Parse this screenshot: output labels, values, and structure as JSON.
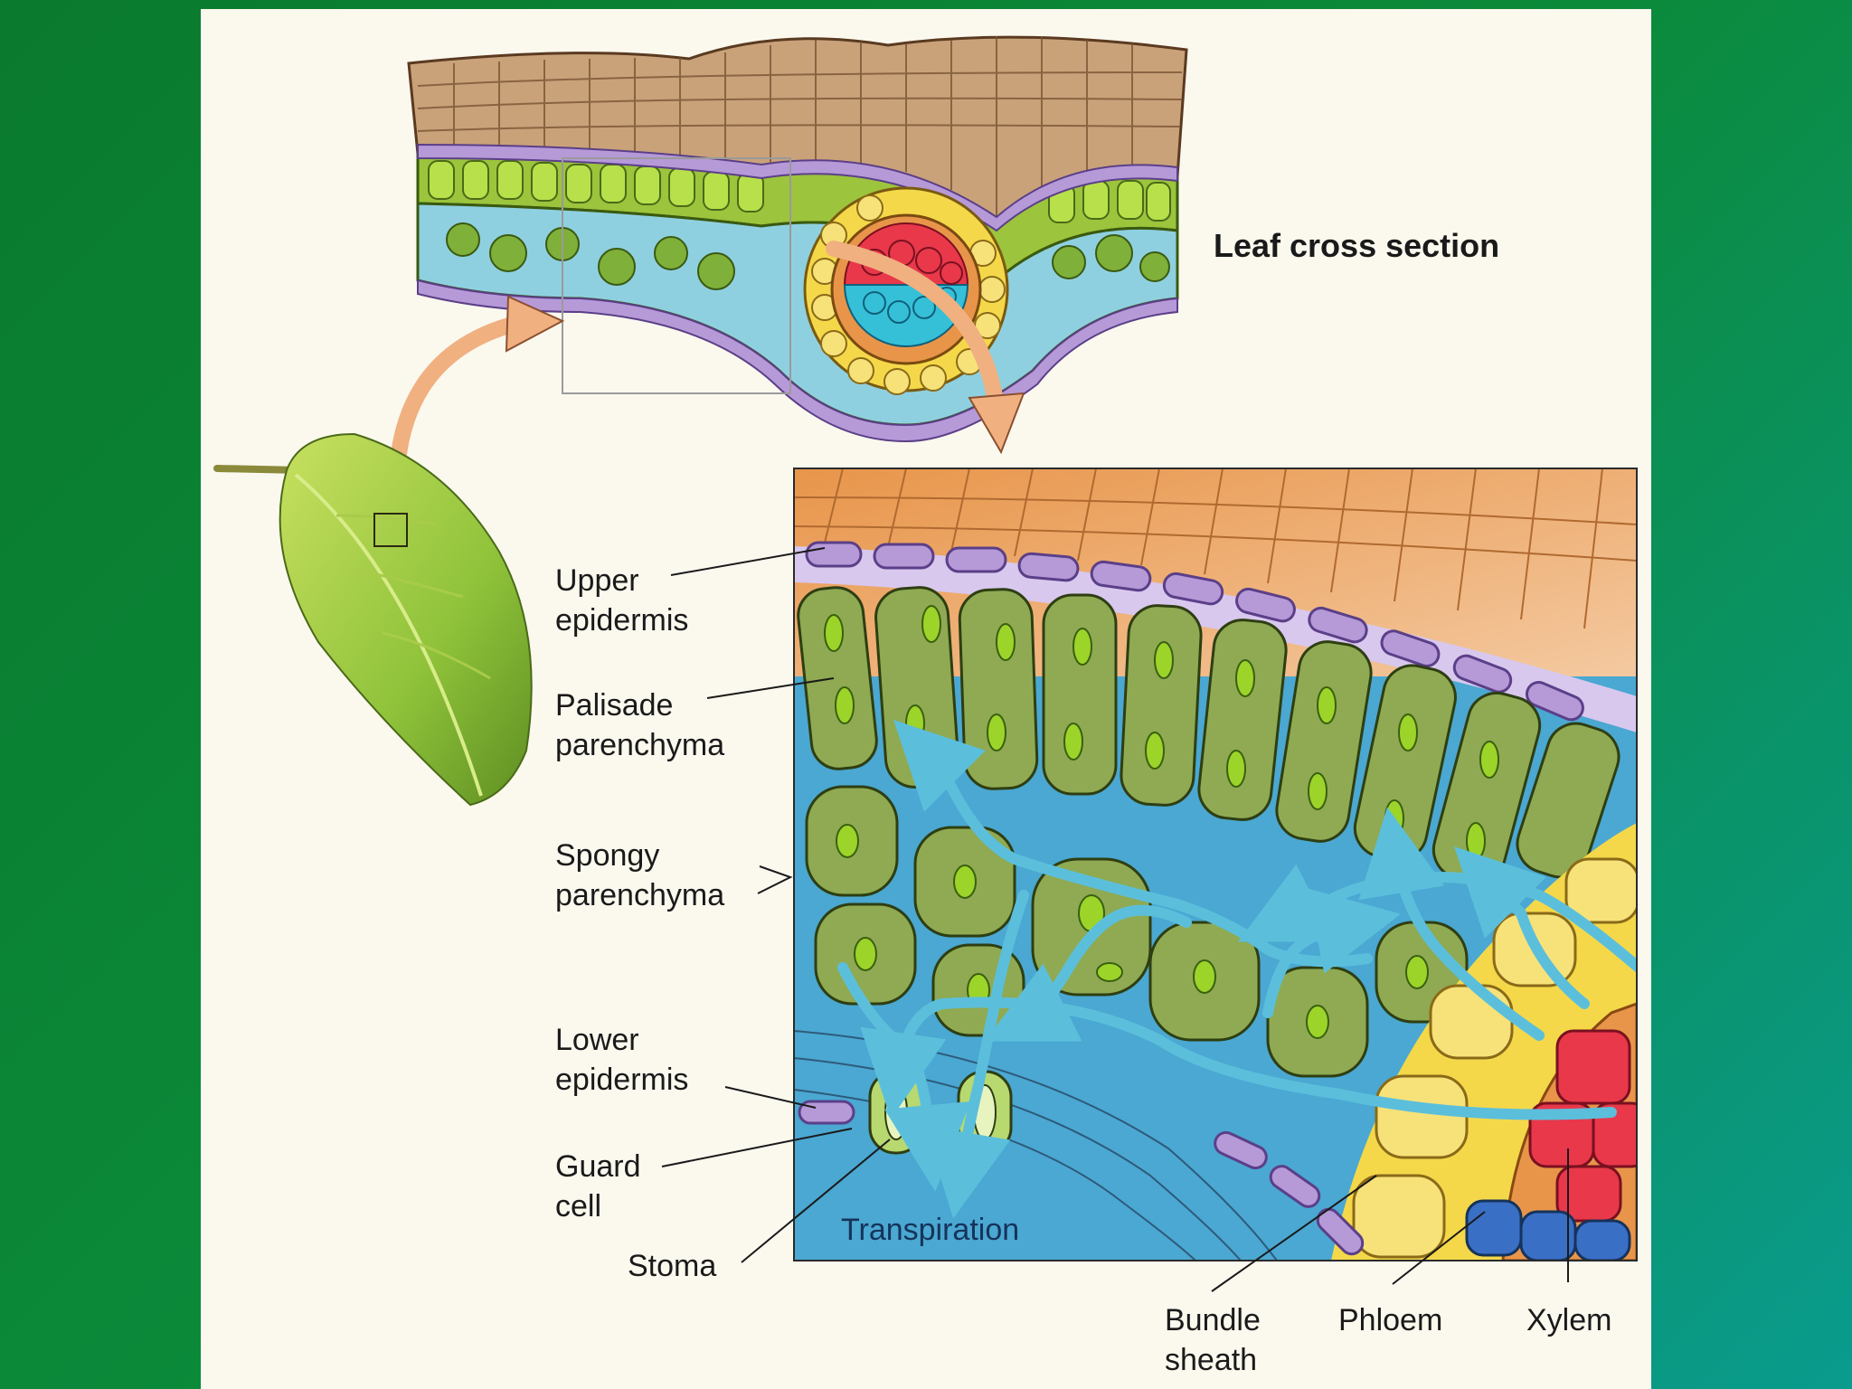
{
  "title": "Leaf cross section",
  "labels": {
    "upper_epidermis": "Upper\nepidermis",
    "palisade": "Palisade\nparenchyma",
    "spongy": "Spongy\nparenchyma",
    "lower_epidermis": "Lower\nepidermis",
    "guard_cell": "Guard\ncell",
    "stoma": "Stoma",
    "transpiration": "Transpiration",
    "bundle_sheath": "Bundle\nsheath",
    "phloem": "Phloem",
    "xylem": "Xylem"
  },
  "colors": {
    "background_green": "#0a7a2e",
    "background_teal": "#0a9b8e",
    "epidermis_tan": "#c9a27a",
    "cuticle_orange": "#e8954a",
    "purple_epidermis": "#b69ad8",
    "palisade_green": "#8faa52",
    "chloroplast": "#9cd42a",
    "air_space_blue": "#5db3d8",
    "water_arrow": "#5bbfdc",
    "xylem_red": "#e8384a",
    "phloem_blue": "#3a6fc6",
    "bundle_sheath_yellow": "#f4d84a"
  }
}
